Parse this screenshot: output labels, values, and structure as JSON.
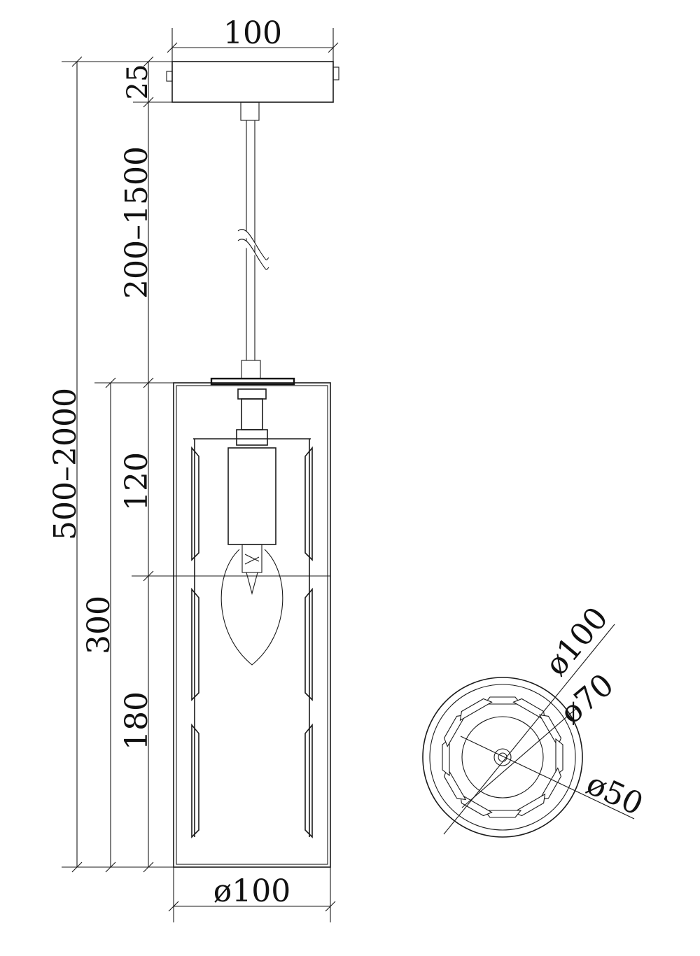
{
  "dimensions": {
    "canopy_width": "100",
    "canopy_height": "25",
    "rod_length": "200–1500",
    "total_height": "500–2000",
    "shade_height": "300",
    "upper_section": "120",
    "lower_section": "180",
    "shade_diameter": "ø100",
    "plan_outer_diameter": "ø100",
    "plan_middle_diameter": "ø70",
    "plan_inner_diameter": "ø50"
  },
  "colors": {
    "line": "#1a1a1a",
    "background": "#ffffff"
  }
}
